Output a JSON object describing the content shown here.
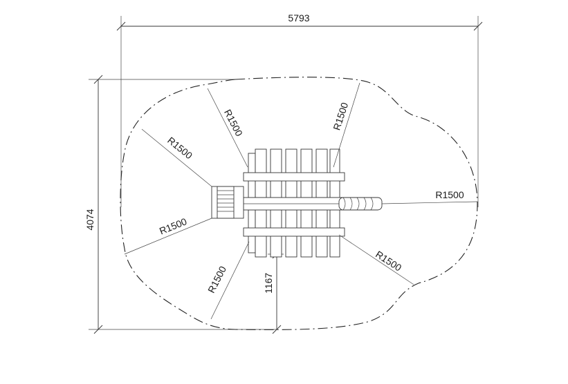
{
  "drawing": {
    "overall_width": "5793",
    "overall_height": "4074",
    "offset_dimension": "1167",
    "radius_labels": [
      "R1500",
      "R1500",
      "R1500",
      "R1500",
      "R1500",
      "R1500",
      "R1500"
    ]
  }
}
